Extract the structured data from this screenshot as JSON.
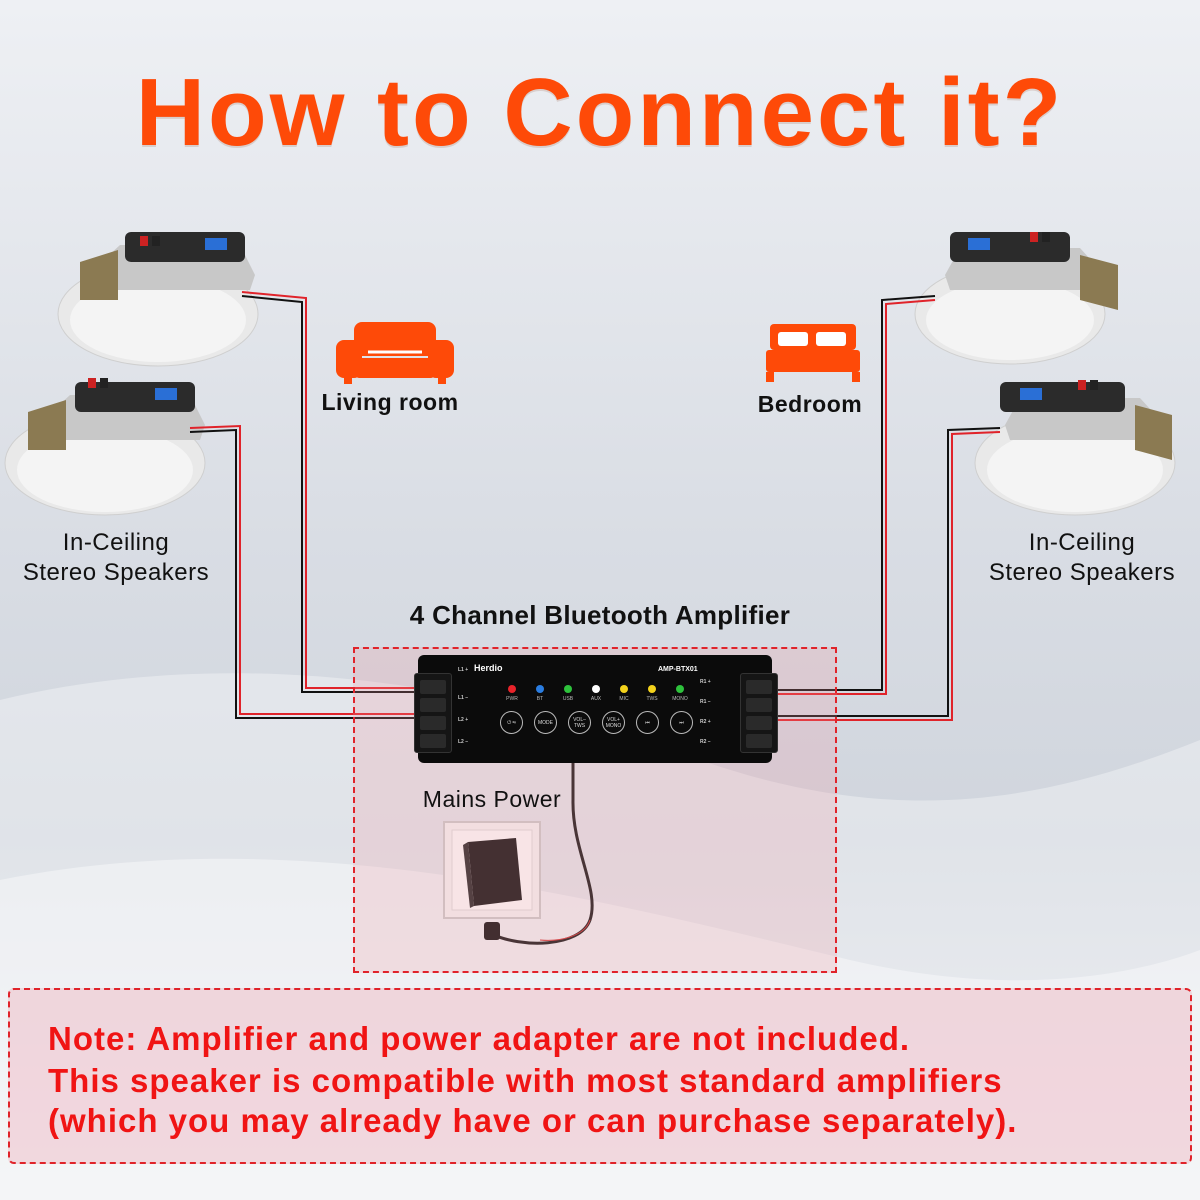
{
  "title": "How to Connect it?",
  "rooms": {
    "living": "Living room",
    "bedroom": "Bedroom"
  },
  "speakers": {
    "left_label_line1": "In-Ceiling",
    "left_label_line2": "Stereo Speakers",
    "right_label_line1": "In-Ceiling",
    "right_label_line2": "Stereo Speakers"
  },
  "amplifier": {
    "title": "4 Channel Bluetooth Amplifier",
    "brand": "Herdio",
    "model": "AMP-BTX01",
    "left_channels": [
      "L1 +",
      "L1 –",
      "L2 +",
      "L2 –"
    ],
    "right_channels": [
      "R1 +",
      "R1 –",
      "R2 +",
      "R2 –"
    ],
    "leds": [
      {
        "label": "PWR",
        "color": "#e8232a"
      },
      {
        "label": "BT",
        "color": "#2a7de1"
      },
      {
        "label": "USB",
        "color": "#2ec23c"
      },
      {
        "label": "AUX",
        "color": "#ffffff"
      },
      {
        "label": "MIC",
        "color": "#f3d21c"
      },
      {
        "label": "TWS",
        "color": "#f3d21c"
      },
      {
        "label": "MONO",
        "color": "#2ec23c"
      }
    ],
    "buttons": [
      "⏻ ⏯",
      "MODE",
      "VOL– TWS",
      "VOL+ MONO",
      "⏮",
      "⏭"
    ]
  },
  "power": {
    "label": "Mains Power"
  },
  "note": {
    "line1": "Note: Amplifier and power adapter are not included.",
    "line2": "This speaker is compatible with most standard amplifiers",
    "line3": "(which you may already have or can purchase separately)."
  },
  "colors": {
    "title": "#fe4a08",
    "icon": "#fe4a08",
    "note_text": "#f01414",
    "dashed_border": "#e0232a",
    "wire_red": "#e0232a",
    "wire_black": "#111111"
  },
  "icons": [
    "sofa-icon",
    "bed-icon",
    "speaker-icon",
    "power-outlet-icon",
    "power-adapter-icon"
  ]
}
